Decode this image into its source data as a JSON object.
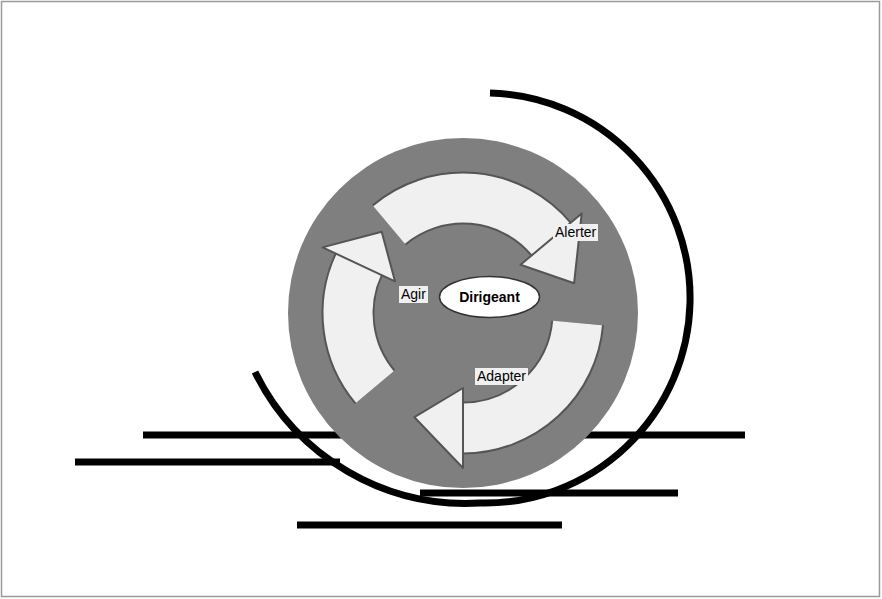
{
  "diagram": {
    "nodes": [
      {
        "text": [
          "Dirigeant"
        ]
      }
    ],
    "labels": [
      "Alerter",
      "Agir",
      "Adapter"
    ]
  }
}
